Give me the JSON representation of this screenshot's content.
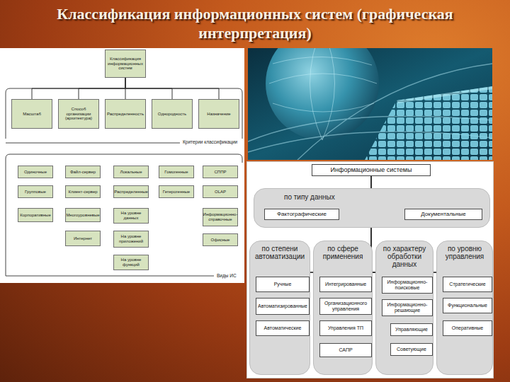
{
  "diagram": {
    "title": "Классификация информационных систем (графическая интерпретация)",
    "nodes": [
      {
        "text": [
          "Классификация информационных систем"
        ]
      },
      {
        "text": [
          "Масштаб"
        ]
      },
      {
        "text": [
          "Способ организации (архитектура)"
        ]
      },
      {
        "text": [
          "Распределенность"
        ]
      },
      {
        "text": [
          "Однородность"
        ]
      },
      {
        "text": [
          "Назначение"
        ]
      },
      {
        "text": [
          "Одиночные"
        ]
      },
      {
        "text": [
          "Групповые"
        ]
      },
      {
        "text": [
          "Корпоративные"
        ]
      },
      {
        "text": [
          "Файл-сервер"
        ]
      },
      {
        "text": [
          "Клиент-сервер"
        ]
      },
      {
        "text": [
          "Многоуровневые"
        ]
      },
      {
        "text": [
          "Интернет"
        ]
      },
      {
        "text": [
          "Локальные"
        ]
      },
      {
        "text": [
          "Распределенные"
        ]
      },
      {
        "text": [
          "На уровне данных"
        ]
      },
      {
        "text": [
          "На уровне приложений"
        ]
      },
      {
        "text": [
          "На уровне функций"
        ]
      },
      {
        "text": [
          "Гомогенные"
        ]
      },
      {
        "text": [
          "Гетерогенные"
        ]
      },
      {
        "text": [
          "СППР"
        ]
      },
      {
        "text": [
          "OLAP"
        ]
      },
      {
        "text": [
          "Информационно-справочные"
        ]
      },
      {
        "text": [
          "Офисные"
        ]
      },
      {
        "text": [
          "Информационные системы"
        ]
      },
      {
        "text": [
          "по типу данных"
        ]
      },
      {
        "text": [
          "Фактографические"
        ],
        "in": 25
      },
      {
        "text": [
          "Документальные"
        ],
        "in": 25
      },
      {
        "text": [
          "по степени автоматизации"
        ]
      },
      {
        "text": [
          "Ручные"
        ],
        "in": 28
      },
      {
        "text": [
          "Автоматизированные"
        ],
        "in": 28
      },
      {
        "text": [
          "Автоматические"
        ],
        "in": 28
      },
      {
        "text": [
          "по сфере применения"
        ]
      },
      {
        "text": [
          "Интегрированные"
        ],
        "in": 32
      },
      {
        "text": [
          "Организационного управления"
        ],
        "in": 32
      },
      {
        "text": [
          "Управления ТП"
        ],
        "in": 32
      },
      {
        "text": [
          "САПР"
        ],
        "in": 32
      },
      {
        "text": [
          "по характеру обработки данных"
        ]
      },
      {
        "text": [
          "Информационно-поисковые"
        ],
        "in": 37
      },
      {
        "text": [
          "Информационно-решающие"
        ],
        "in": 37
      },
      {
        "text": [
          "Управляющие"
        ],
        "in": 37
      },
      {
        "text": [
          "Советующие"
        ],
        "in": 37
      },
      {
        "text": [
          "по уровню управления"
        ]
      },
      {
        "text": [
          "Стратегические"
        ],
        "in": 42
      },
      {
        "text": [
          "Функциональные"
        ],
        "in": 42
      },
      {
        "text": [
          "Оперативные"
        ],
        "in": 42
      }
    ],
    "edges": [
      {
        "from": 0,
        "to": 1,
        "arrow": "none"
      },
      {
        "from": 0,
        "to": 2,
        "arrow": "none"
      },
      {
        "from": 0,
        "to": 3,
        "arrow": "none"
      },
      {
        "from": 0,
        "to": 4,
        "arrow": "none"
      },
      {
        "from": 0,
        "to": 5,
        "arrow": "none"
      },
      {
        "from": 24,
        "to": 26,
        "arrow": "none"
      },
      {
        "from": 24,
        "to": 27,
        "arrow": "none"
      },
      {
        "from": 24,
        "to": 29,
        "arrow": "none"
      },
      {
        "from": 24,
        "to": 30,
        "arrow": "none"
      },
      {
        "from": 24,
        "to": 31,
        "arrow": "none"
      },
      {
        "from": 24,
        "to": 33,
        "arrow": "none"
      },
      {
        "from": 24,
        "to": 34,
        "arrow": "none"
      },
      {
        "from": 24,
        "to": 35,
        "arrow": "none"
      },
      {
        "from": 24,
        "to": 36,
        "arrow": "none"
      },
      {
        "from": 24,
        "to": 38,
        "arrow": "none"
      },
      {
        "from": 24,
        "to": 39,
        "arrow": "none"
      },
      {
        "from": 39,
        "to": 40,
        "arrow": "none"
      },
      {
        "from": 39,
        "to": 41,
        "arrow": "none"
      },
      {
        "from": 24,
        "to": 43,
        "arrow": "none"
      },
      {
        "from": 24,
        "to": 44,
        "arrow": "none"
      },
      {
        "from": 24,
        "to": 45,
        "arrow": "none"
      }
    ],
    "labels": [
      "Критерии классификации",
      "Виды ИС"
    ]
  }
}
